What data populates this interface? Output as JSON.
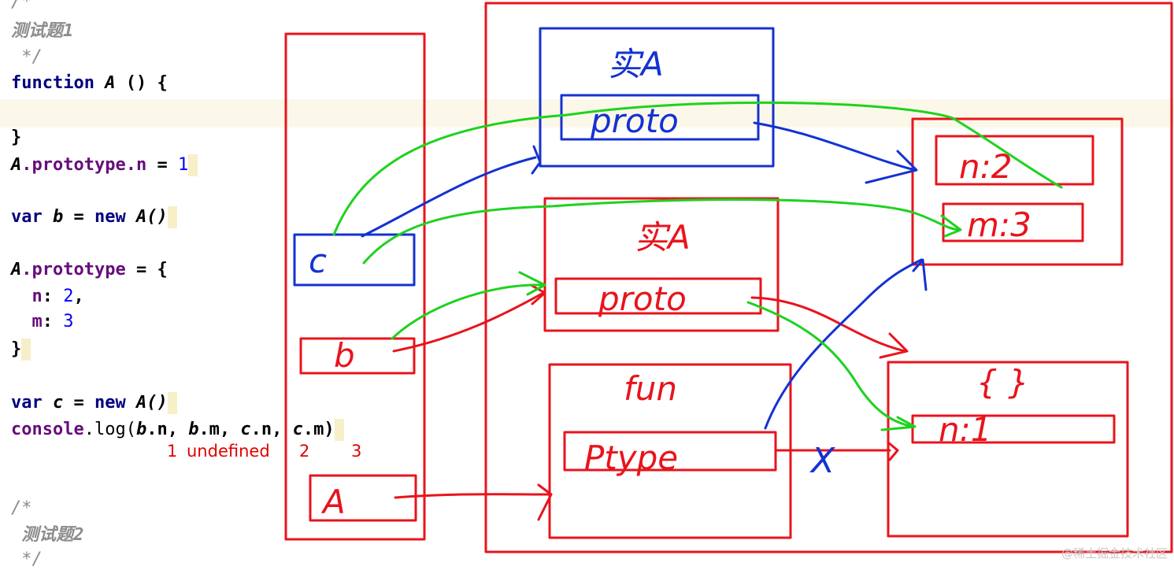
{
  "code": {
    "comment1_open": "/*",
    "comment1_title": "测试题1",
    "comment1_close": " */",
    "l_function": [
      "function",
      " A ",
      "() {"
    ],
    "l_close": "}",
    "l_proto_n": [
      "A",
      ".prototype.n",
      " = ",
      "1"
    ],
    "l_var_b": [
      "var",
      " b ",
      "= ",
      "new",
      " A()"
    ],
    "l_proto_obj": [
      "A",
      ".prototype",
      " = {"
    ],
    "l_n": [
      "  n",
      ": ",
      "2",
      ","
    ],
    "l_m": [
      "  m",
      ": ",
      "3"
    ],
    "l_close2": "}",
    "l_var_c": [
      "var",
      " c ",
      "= ",
      "new",
      " A()"
    ],
    "l_console": [
      "console",
      ".log(",
      "b",
      ".n, ",
      "b",
      ".m, ",
      "c",
      ".n, ",
      "c",
      ".m)"
    ],
    "comment2_open": "/*",
    "comment2_title": " 测试题2",
    "comment2_close": " */"
  },
  "answers": [
    "1",
    "undefined",
    "2",
    "3"
  ],
  "diagram": {
    "stack_labels": [
      "c",
      "b",
      "A"
    ],
    "instance_top_label": "实A",
    "instance_top_field": "proto",
    "instance_mid_label": "实A",
    "instance_mid_field": "proto",
    "fun_label": "fun",
    "fun_field": "Ptype",
    "obj_new_fields": [
      "n:2",
      "m:3"
    ],
    "obj_old_label": "{ }",
    "obj_old_field": "n:1",
    "cut_mark": "X"
  },
  "colors": {
    "red": "#e8141c",
    "blue": "#1432d2",
    "green": "#1ed21e"
  },
  "watermark": "@稀土掘金技术社区"
}
